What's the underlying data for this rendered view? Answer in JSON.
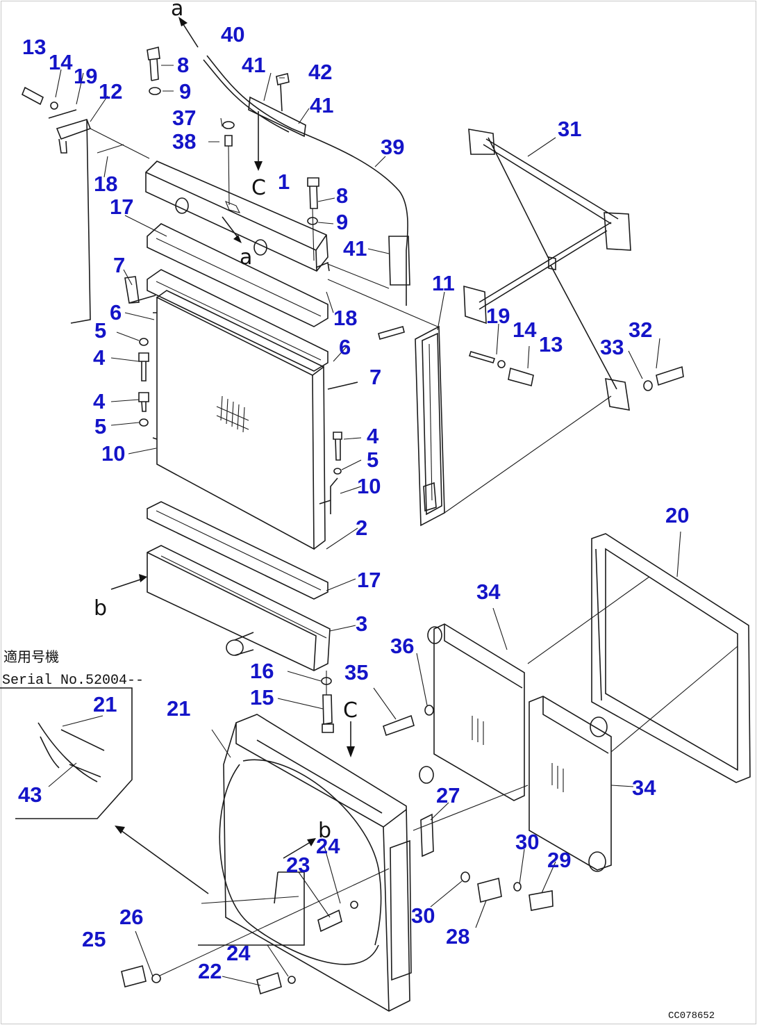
{
  "diagram": {
    "serial_title": "適用号機",
    "serial_note": "Serial No.52004--",
    "drawing_code": "CC078652",
    "view_marks": [
      "a",
      "a",
      "b",
      "b",
      "C",
      "C"
    ],
    "callouts": [
      "1",
      "2",
      "3",
      "4",
      "5",
      "6",
      "7",
      "8",
      "9",
      "10",
      "11",
      "12",
      "13",
      "14",
      "15",
      "16",
      "17",
      "18",
      "19",
      "20",
      "21",
      "22",
      "23",
      "24",
      "25",
      "26",
      "27",
      "28",
      "29",
      "30",
      "31",
      "32",
      "33",
      "34",
      "35",
      "36",
      "37",
      "38",
      "39",
      "40",
      "41",
      "42",
      "43"
    ]
  }
}
